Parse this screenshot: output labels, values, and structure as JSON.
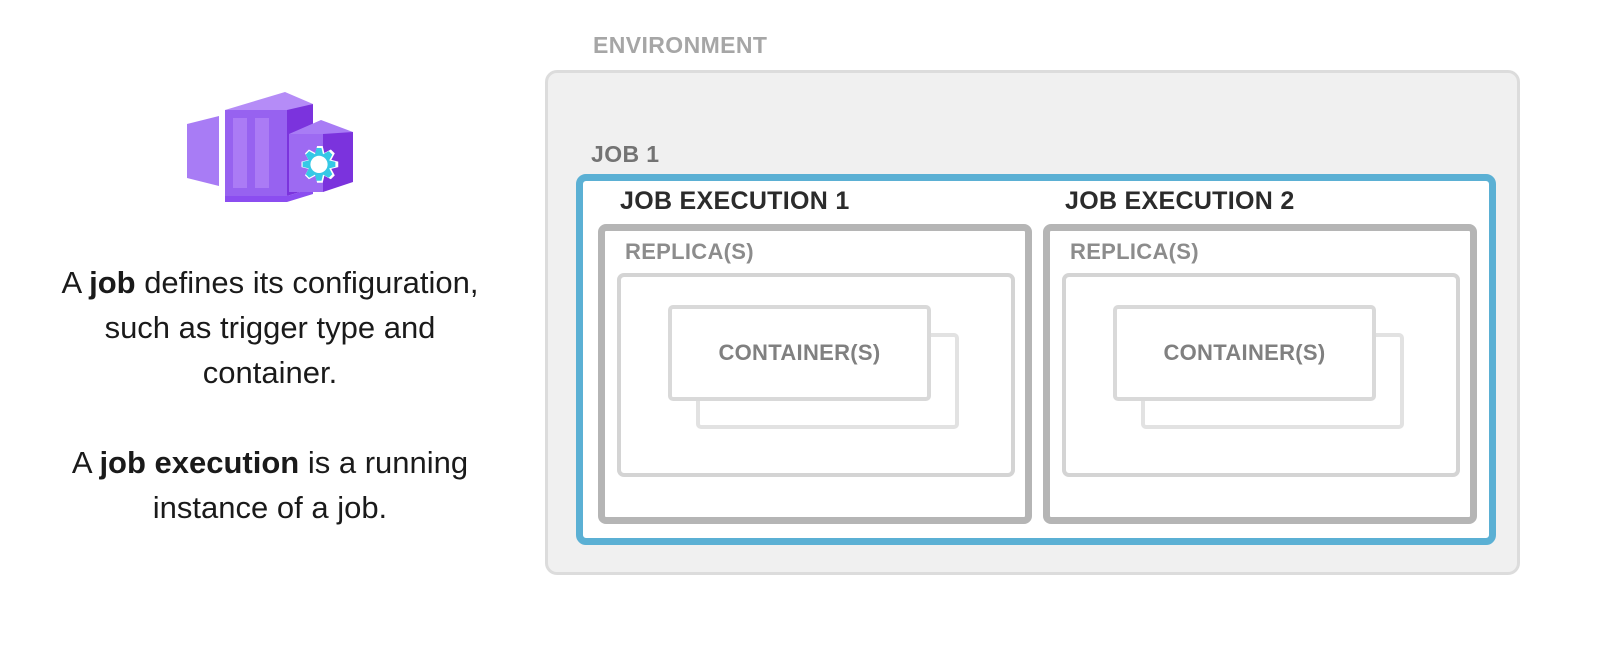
{
  "left_panel": {
    "icon": {
      "name": "container-apps-job-icon",
      "colors": {
        "purple_light": "#a87cf5",
        "purple_mid": "#9762f0",
        "purple_dark": "#7b33dd",
        "purple_face": "#8b4df0",
        "gear_cyan_light": "#4bd4ea",
        "gear_cyan_dark": "#22bfe0"
      }
    },
    "paragraphs": [
      {
        "id": "job-definition",
        "parts": [
          {
            "text": "A ",
            "bold": false
          },
          {
            "text": "job",
            "bold": true
          },
          {
            "text": " defines its configuration, such as trigger type and container.",
            "bold": false
          }
        ],
        "plain": "A job defines its configuration, such as trigger type and container."
      },
      {
        "id": "job-execution-definition",
        "parts": [
          {
            "text": "A ",
            "bold": false
          },
          {
            "text": "job execution",
            "bold": true
          },
          {
            "text": " is a running instance of a job.",
            "bold": false
          }
        ],
        "plain": "A job execution is a running instance of a job."
      }
    ]
  },
  "diagram": {
    "environment": {
      "label": "ENVIRONMENT",
      "label_color": "#a6a6a6",
      "fill": "#f0f0f0",
      "border": "#dcdcdc"
    },
    "job": {
      "label": "JOB 1",
      "label_color": "#737373",
      "border": "#5bb0d4",
      "fill": "#ffffff"
    },
    "executions": [
      {
        "label": "JOB EXECUTION 1",
        "label_color": "#2b2b2b",
        "replica": {
          "label": "REPLICA(S)",
          "label_color": "#8c8c8c",
          "border": "#b5b5b5",
          "inner_border": "#d4d4d4"
        },
        "containers": {
          "label": "CONTAINER(S)",
          "label_color": "#808080",
          "count": 2,
          "border": "#d9d9d9"
        }
      },
      {
        "label": "JOB EXECUTION 2",
        "label_color": "#2b2b2b",
        "replica": {
          "label": "REPLICA(S)",
          "label_color": "#8c8c8c",
          "border": "#b5b5b5",
          "inner_border": "#d4d4d4"
        },
        "containers": {
          "label": "CONTAINER(S)",
          "label_color": "#808080",
          "count": 2,
          "border": "#d9d9d9"
        }
      }
    ]
  }
}
